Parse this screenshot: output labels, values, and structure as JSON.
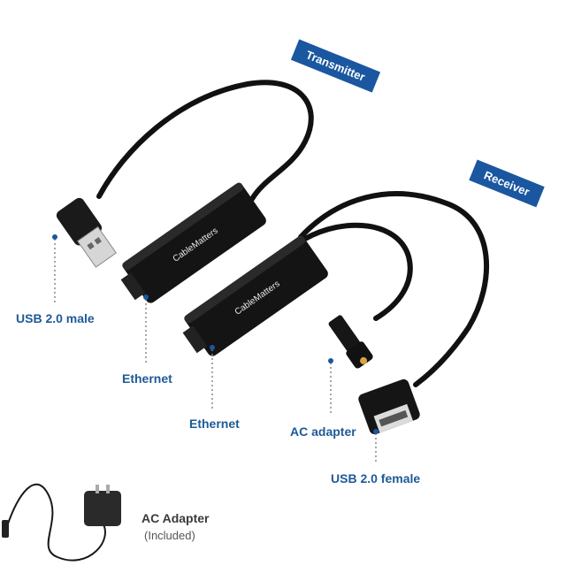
{
  "tags": {
    "transmitter": "Transmitter",
    "receiver": "Receiver"
  },
  "labels": {
    "usb_male": "USB 2.0 male",
    "ethernet_left": "Ethernet",
    "ethernet_right": "Ethernet",
    "ac_adapter_port": "AC adapter",
    "usb_female": "USB 2.0 female",
    "ac_adapter_title": "AC Adapter",
    "ac_adapter_sub": "(Included)"
  },
  "brand": {
    "device_logo_text": "CableMatters"
  },
  "colors": {
    "accent": "#1a57a0",
    "label_blue": "#1e5a96",
    "device_body": "#141414"
  }
}
